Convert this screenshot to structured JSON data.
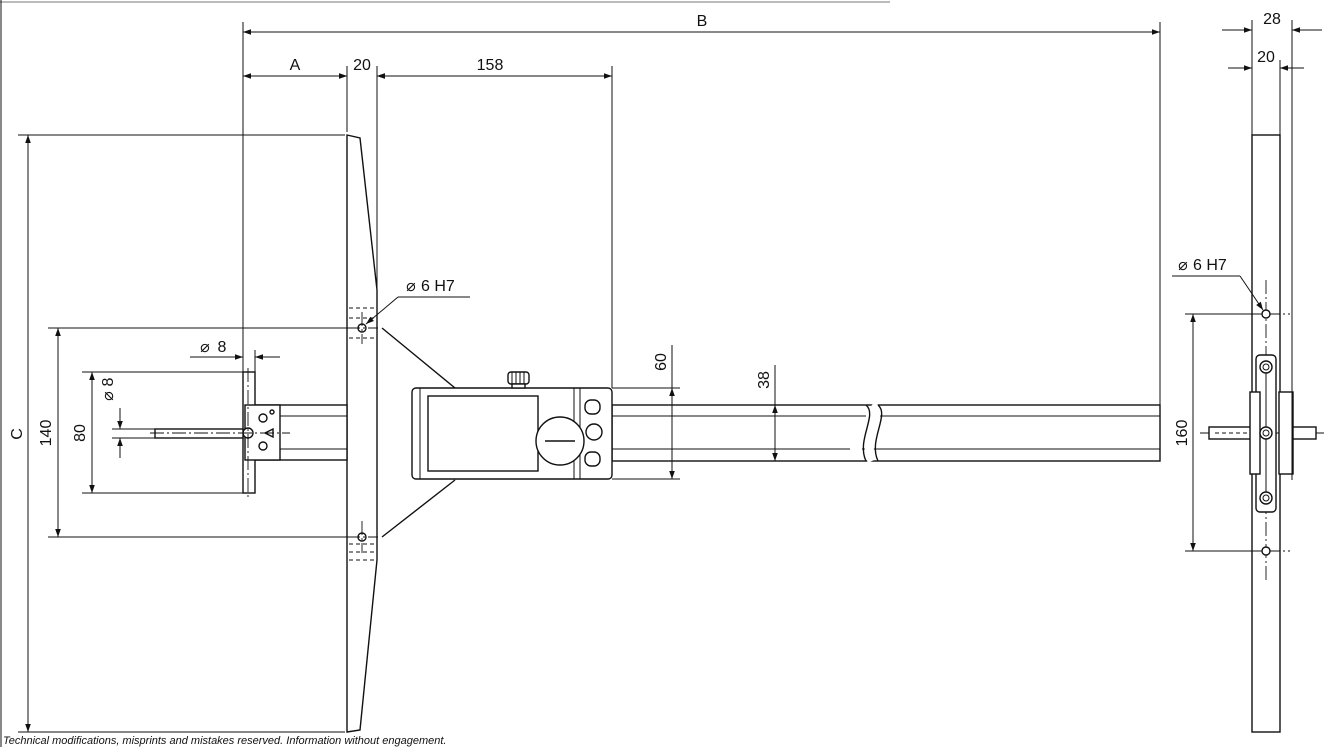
{
  "dimensions": {
    "A": "A",
    "B": "B",
    "C": "C",
    "d20_top": "20",
    "d158": "158",
    "d28": "28",
    "d20_side": "20",
    "d140": "140",
    "d80": "80",
    "d8_dia": "8",
    "d8_vert": "8",
    "d60": "60",
    "d38": "38",
    "d160": "160",
    "hole_front": "6 H7",
    "hole_side": "6 H7"
  },
  "footnote": "Technical modifications, misprints and mistakes reserved. Information without engagement.",
  "icons": {
    "diameter_symbol": "⌀"
  },
  "colors": {
    "line": "#111111",
    "background": "#ffffff"
  }
}
